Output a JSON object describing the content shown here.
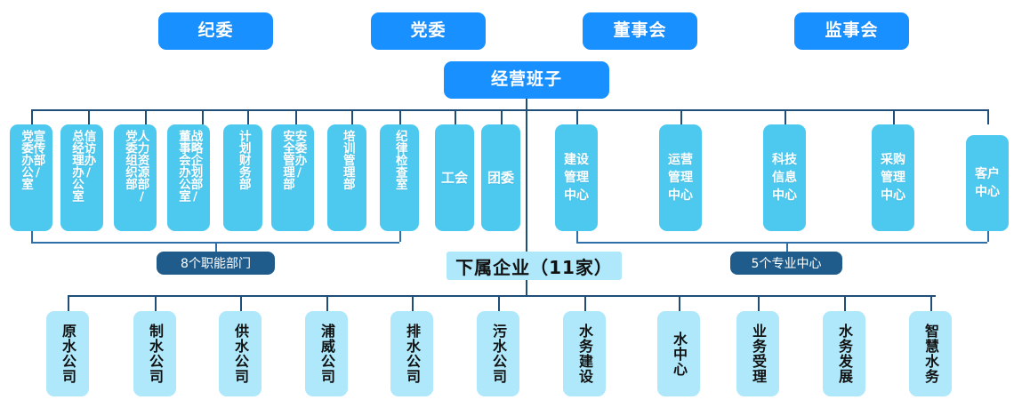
{
  "title": "组织架构图",
  "colors": {
    "primary_blue": "#1890FF",
    "sky_blue": "#4DC9F0",
    "pale_cyan": "#AEE8FA",
    "line_navy": "#1F4E79",
    "pill_dark": "#1F5C8B",
    "white": "#FFFFFF"
  },
  "top_level": {
    "boxes": [
      {
        "label": "纪委"
      },
      {
        "label": "党委"
      },
      {
        "label": "董事会"
      },
      {
        "label": "监事会"
      }
    ]
  },
  "executive": {
    "label": "经营班子"
  },
  "departments": {
    "caption": "8个职能部门",
    "items": [
      {
        "line1": "宣传部/",
        "line2": "党委办公室"
      },
      {
        "line1": "信访办/",
        "line2": "总经理办公室"
      },
      {
        "line1": "人力资源部/",
        "line2": "党委组织部"
      },
      {
        "line1": "战略企划部/",
        "line2": "董事会办公室"
      },
      {
        "line1": "计划财务部",
        "line2": ""
      },
      {
        "line1": "安委办/",
        "line2": "安全管理部"
      },
      {
        "line1": "培训管理部",
        "line2": ""
      },
      {
        "line1": "纪律检查室",
        "line2": ""
      }
    ]
  },
  "unions": {
    "items": [
      {
        "label": "工会"
      },
      {
        "label": "团委"
      }
    ]
  },
  "centers": {
    "caption": "5个专业中心",
    "items": [
      {
        "lines": [
          "建设",
          "管理",
          "中心"
        ]
      },
      {
        "lines": [
          "运营",
          "管理",
          "中心"
        ]
      },
      {
        "lines": [
          "科技",
          "信息",
          "中心"
        ]
      },
      {
        "lines": [
          "采购",
          "管理",
          "中心"
        ]
      },
      {
        "lines": [
          "客户",
          "中心"
        ]
      }
    ]
  },
  "subsidiaries": {
    "caption": "下属企业（11家）",
    "items": [
      {
        "label": "原水公司"
      },
      {
        "label": "制水公司"
      },
      {
        "label": "供水公司"
      },
      {
        "label": "浦威公司"
      },
      {
        "label": "排水公司"
      },
      {
        "label": "污水公司"
      },
      {
        "label": "水务建设"
      },
      {
        "label": "水中心"
      },
      {
        "label": "业务受理"
      },
      {
        "label": "水务发展"
      },
      {
        "label": "智慧水务"
      }
    ]
  }
}
